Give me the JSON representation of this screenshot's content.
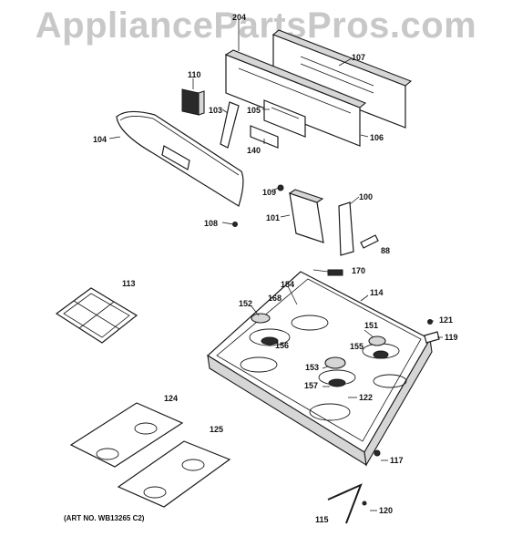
{
  "watermark": "AppliancePartsPros.com",
  "art_number": "(ART NO. WB13265 C2)",
  "callouts": [
    {
      "id": "204",
      "label": "204"
    },
    {
      "id": "107",
      "label": "107"
    },
    {
      "id": "110",
      "label": "110"
    },
    {
      "id": "103",
      "label": "103"
    },
    {
      "id": "105",
      "label": "105"
    },
    {
      "id": "104",
      "label": "104"
    },
    {
      "id": "140",
      "label": "140"
    },
    {
      "id": "106",
      "label": "106"
    },
    {
      "id": "109",
      "label": "109"
    },
    {
      "id": "100",
      "label": "100"
    },
    {
      "id": "101",
      "label": "101"
    },
    {
      "id": "108",
      "label": "108"
    },
    {
      "id": "88",
      "label": "88"
    },
    {
      "id": "170",
      "label": "170"
    },
    {
      "id": "113",
      "label": "113"
    },
    {
      "id": "154",
      "label": "154"
    },
    {
      "id": "114",
      "label": "114"
    },
    {
      "id": "152",
      "label": "152"
    },
    {
      "id": "168",
      "label": "168"
    },
    {
      "id": "151",
      "label": "151"
    },
    {
      "id": "121",
      "label": "121"
    },
    {
      "id": "156",
      "label": "156"
    },
    {
      "id": "155",
      "label": "155"
    },
    {
      "id": "119",
      "label": "119"
    },
    {
      "id": "153",
      "label": "153"
    },
    {
      "id": "157",
      "label": "157"
    },
    {
      "id": "122",
      "label": "122"
    },
    {
      "id": "124",
      "label": "124"
    },
    {
      "id": "125",
      "label": "125"
    },
    {
      "id": "117",
      "label": "117"
    },
    {
      "id": "120",
      "label": "120"
    },
    {
      "id": "115",
      "label": "115"
    }
  ]
}
